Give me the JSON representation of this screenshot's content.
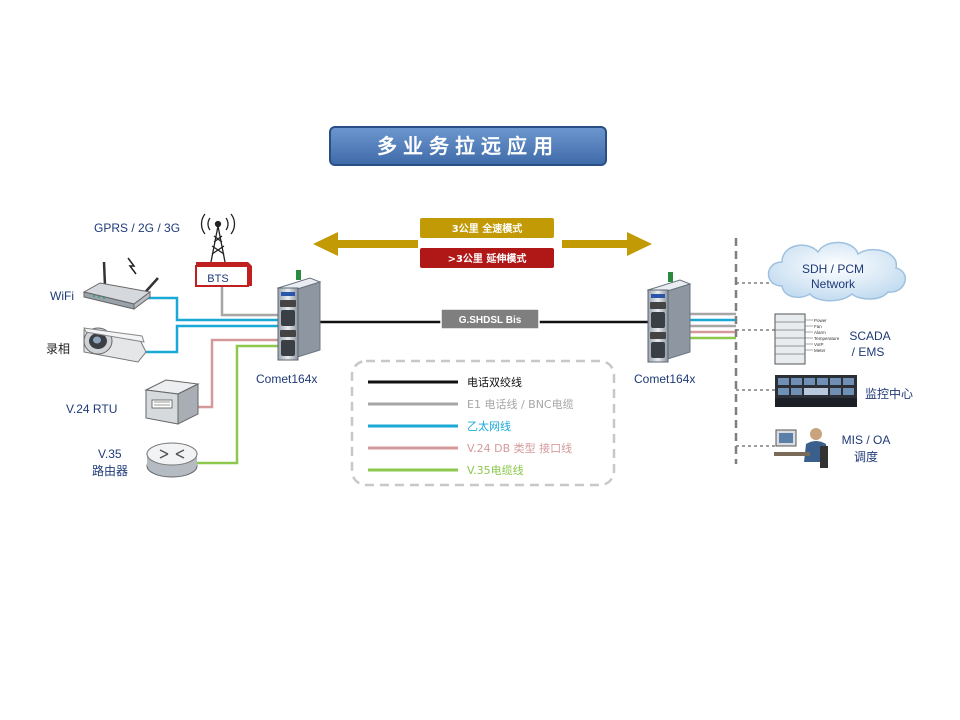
{
  "title": "多业务拉远应用",
  "modes": {
    "full_speed": "3公里  全速模式",
    "extended": ">3公里  延伸模式"
  },
  "link_label": "G.SHDSL Bis",
  "left_devices": {
    "gprs": "GPRS / 2G / 3G",
    "bts": "BTS",
    "wifi": "WiFi",
    "camera": "录相",
    "rtu": "V.24  RTU",
    "router_line1": "V.35",
    "router_line2": "路由器"
  },
  "nodes": {
    "left": "Comet164x",
    "right": "Comet164x"
  },
  "right_devices": {
    "sdh_line1": "SDH / PCM",
    "sdh_line2": "Network",
    "scada_line1": "SCADA",
    "scada_line2": "/ EMS",
    "scada_panel": [
      "Power",
      "Fan",
      "Alarm",
      "Temperature",
      "VoIP",
      "Meter"
    ],
    "monitor": "监控中心",
    "mis_line1": "MIS / OA",
    "mis_line2": "调度"
  },
  "legend": [
    {
      "label": "电话双绞线",
      "color": "#111111"
    },
    {
      "label": "E1  电话线 /  BNC电缆",
      "color": "#a6a6a6"
    },
    {
      "label": "乙太网线",
      "color": "#1aa9d6"
    },
    {
      "label": "V.24  DB 类型  接口线",
      "color": "#d49a9a"
    },
    {
      "label": "V.35电缆线",
      "color": "#8cc84b"
    }
  ],
  "colors": {
    "title_bg": "#4f81bd",
    "mode_full": "#c19a06",
    "mode_ext": "#b01818",
    "arrow": "#c19a06",
    "phone": "#111111",
    "e1": "#a6a6a6",
    "eth": "#1aa9d6",
    "v24": "#d49a9a",
    "v35": "#8cc84b"
  }
}
